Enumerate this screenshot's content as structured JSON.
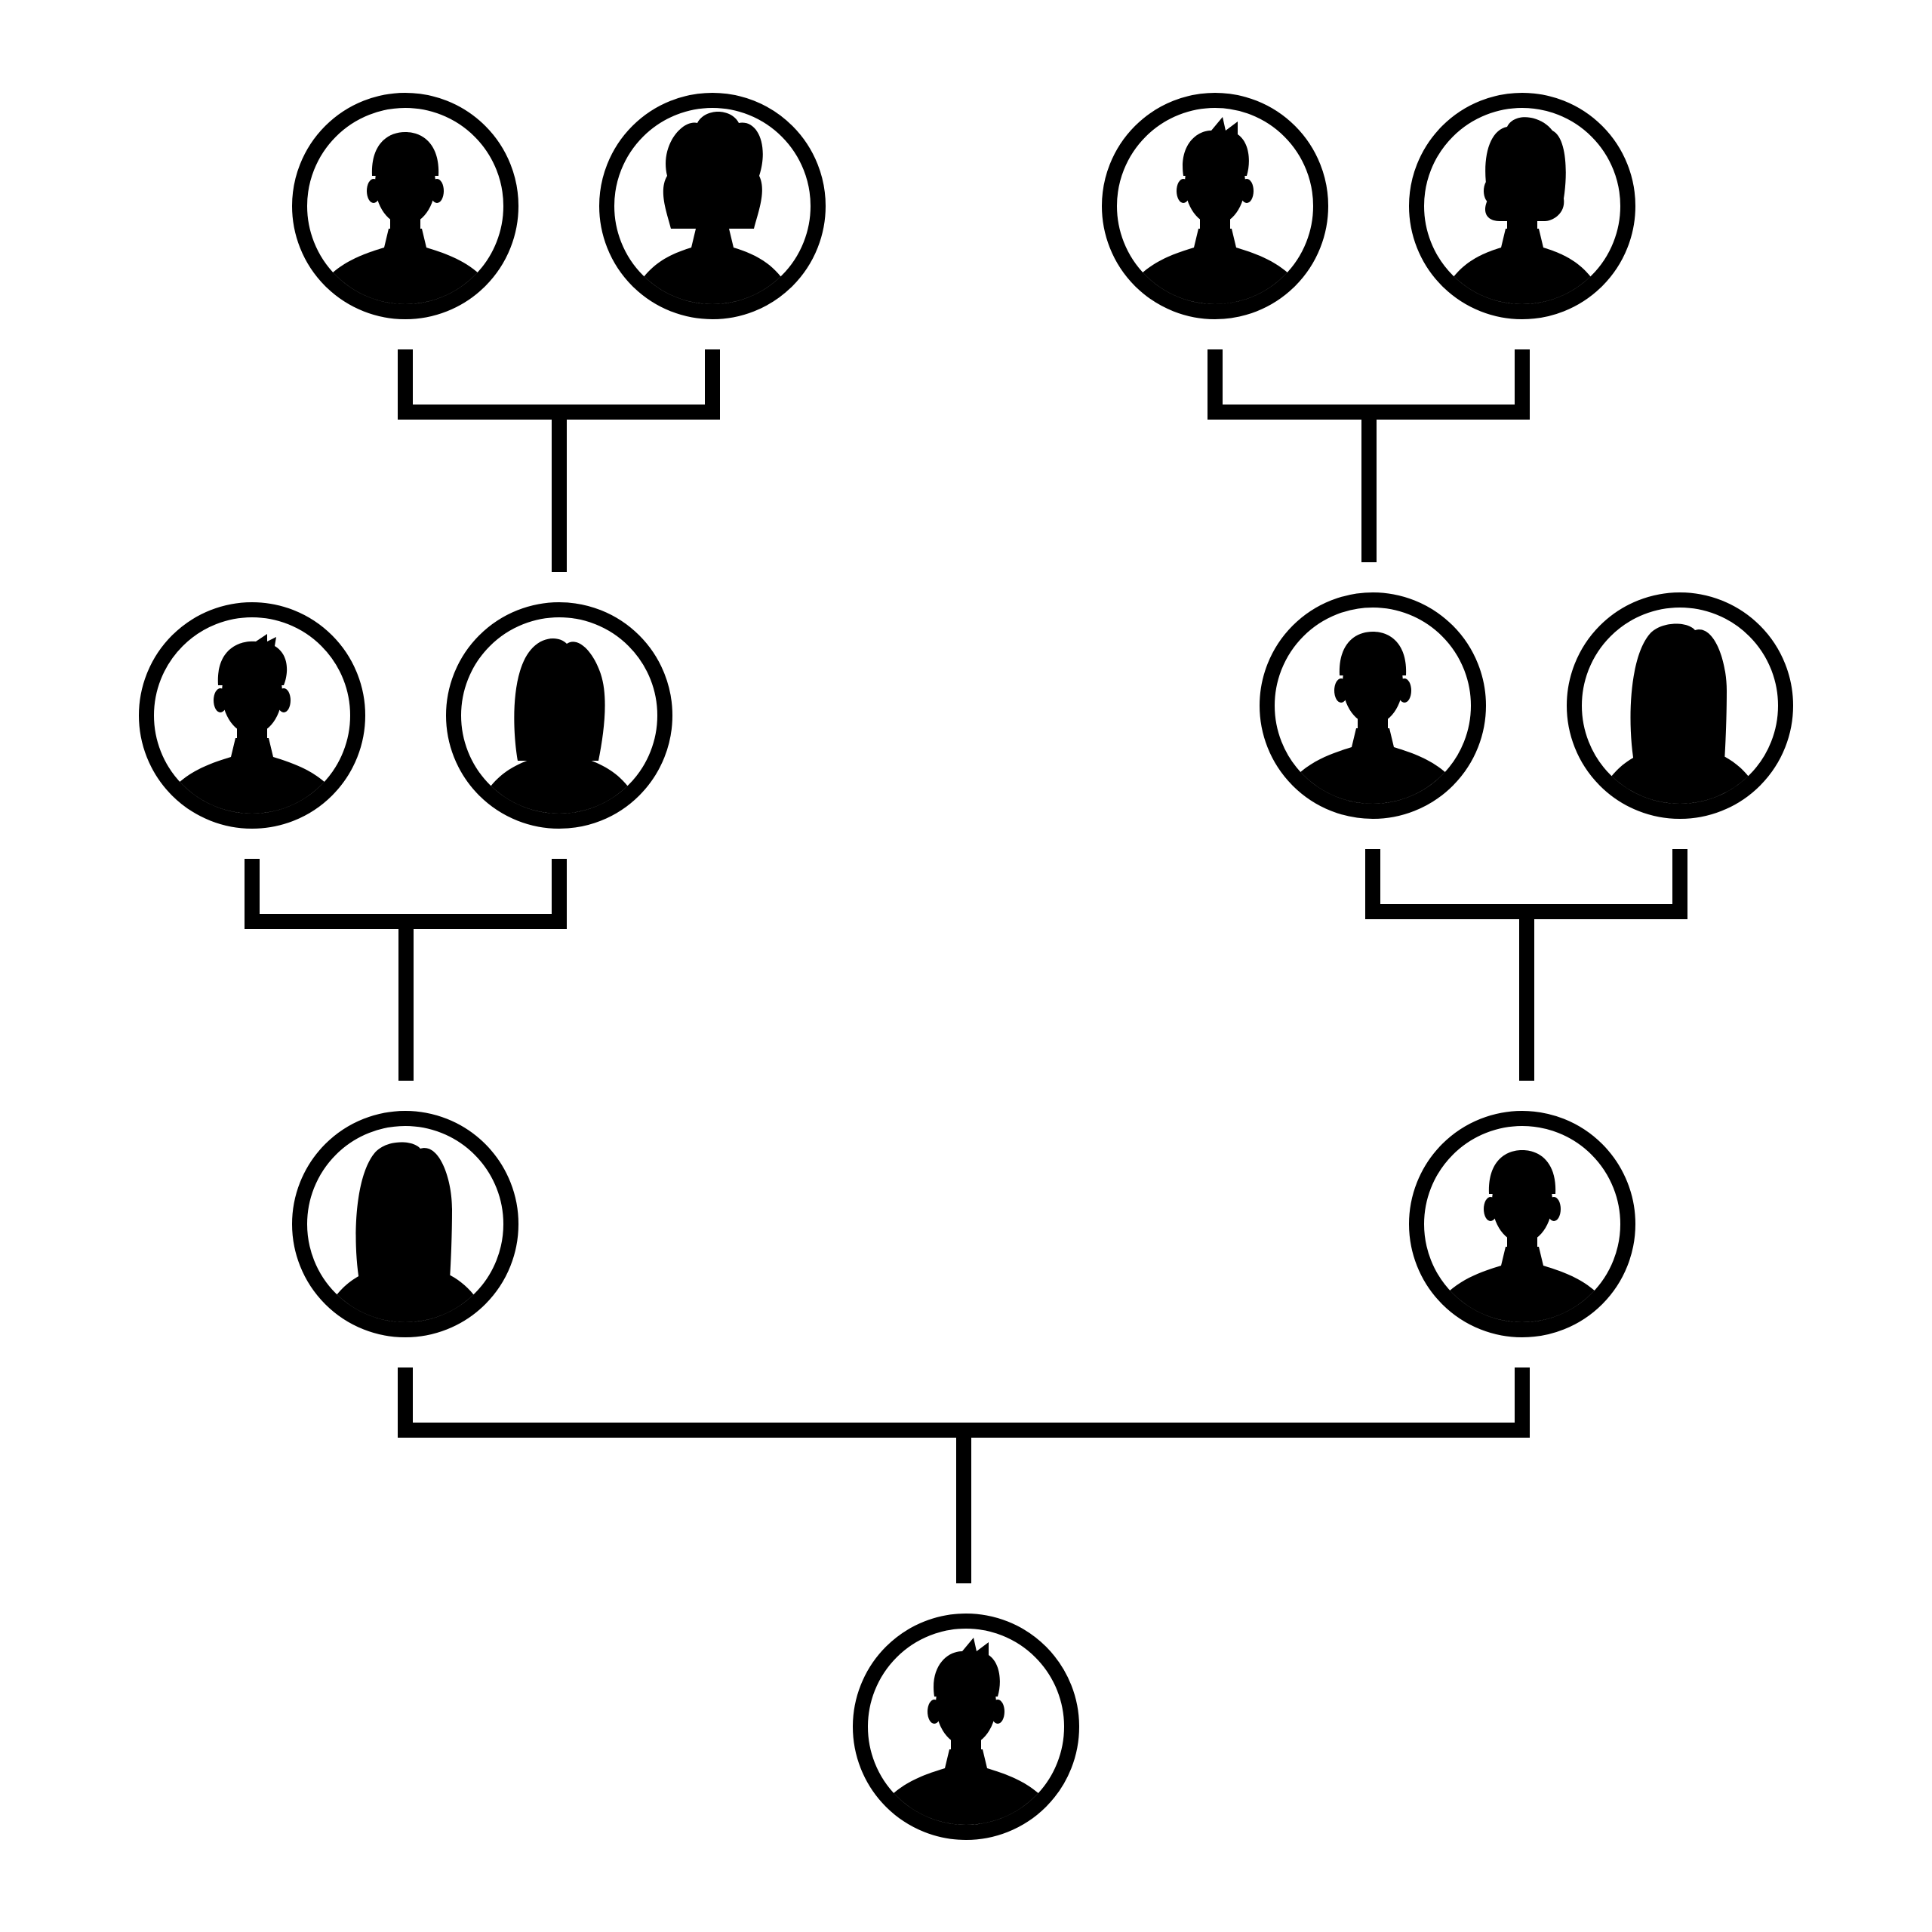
{
  "colors": {
    "ink": "#000000",
    "background": "#ffffff"
  },
  "people": [
    {
      "id": "ggf-paternal-1",
      "icon": "male-avatar-icon",
      "gender": "male",
      "hair": "short"
    },
    {
      "id": "ggm-paternal-1",
      "icon": "female-avatar-icon",
      "gender": "female",
      "hair": "curly"
    },
    {
      "id": "ggf-maternal-1",
      "icon": "male-avatar-icon",
      "gender": "male",
      "hair": "spiky"
    },
    {
      "id": "ggm-maternal-1",
      "icon": "female-avatar-icon",
      "gender": "female",
      "hair": "updo"
    },
    {
      "id": "grandfather-left",
      "icon": "male-avatar-icon",
      "gender": "male",
      "hair": "tousled"
    },
    {
      "id": "grandmother-left",
      "icon": "female-avatar-icon",
      "gender": "female",
      "hair": "bob"
    },
    {
      "id": "grandfather-right",
      "icon": "male-avatar-icon",
      "gender": "male",
      "hair": "short"
    },
    {
      "id": "grandmother-right",
      "icon": "female-avatar-icon",
      "gender": "female",
      "hair": "long"
    },
    {
      "id": "mother",
      "icon": "female-avatar-icon",
      "gender": "female",
      "hair": "long"
    },
    {
      "id": "father",
      "icon": "male-avatar-icon",
      "gender": "male",
      "hair": "short"
    },
    {
      "id": "child",
      "icon": "male-avatar-icon",
      "gender": "male",
      "hair": "spiky"
    }
  ],
  "unions": [
    {
      "partners": [
        "ggf-paternal-1",
        "ggm-paternal-1"
      ],
      "child": "grandmother-left"
    },
    {
      "partners": [
        "ggf-maternal-1",
        "ggm-maternal-1"
      ],
      "child": "grandfather-right"
    },
    {
      "partners": [
        "grandfather-left",
        "grandmother-left"
      ],
      "child": "mother"
    },
    {
      "partners": [
        "grandfather-right",
        "grandmother-right"
      ],
      "child": "father"
    },
    {
      "partners": [
        "mother",
        "father"
      ],
      "child": "child"
    }
  ]
}
